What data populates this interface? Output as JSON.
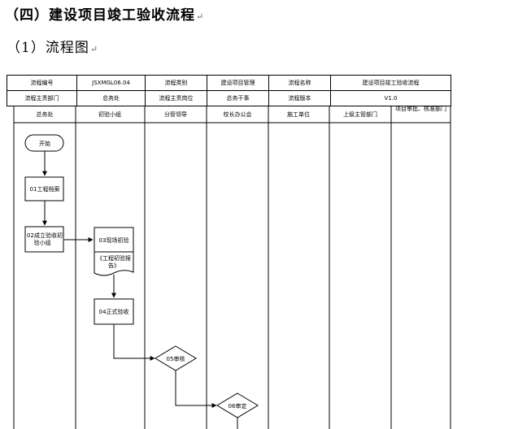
{
  "heading": "（四）建设项目竣工验收流程",
  "subheading": "（1）流程图",
  "para_mark": "↵",
  "meta_table": {
    "row1": [
      "流程编号",
      "JSXMGL06.04",
      "流程类别",
      "建设项目管理",
      "流程名称",
      "建设项目竣工验收流程"
    ],
    "row2": [
      "流程主责部门",
      "总务处",
      "流程主责岗位",
      "总务干事",
      "流程版本",
      "V1.0"
    ]
  },
  "lanes": [
    "总务处",
    "初验小组",
    "分管领导",
    "校长办公会",
    "施工单位",
    "上级主管部门",
    "项目审批、核准部门"
  ],
  "nodes": {
    "start": "开始",
    "n01": "01工程档案",
    "n02_line1": "02成立验收初",
    "n02_line2": "验小组",
    "n03": "03现场初验",
    "doc_line1": "《工程初验报",
    "doc_line2": "告》",
    "n04": "04正式验收",
    "n05": "05审核",
    "n06": "06审定"
  },
  "colors": {
    "line": "#000000",
    "fill": "#ffffff"
  }
}
